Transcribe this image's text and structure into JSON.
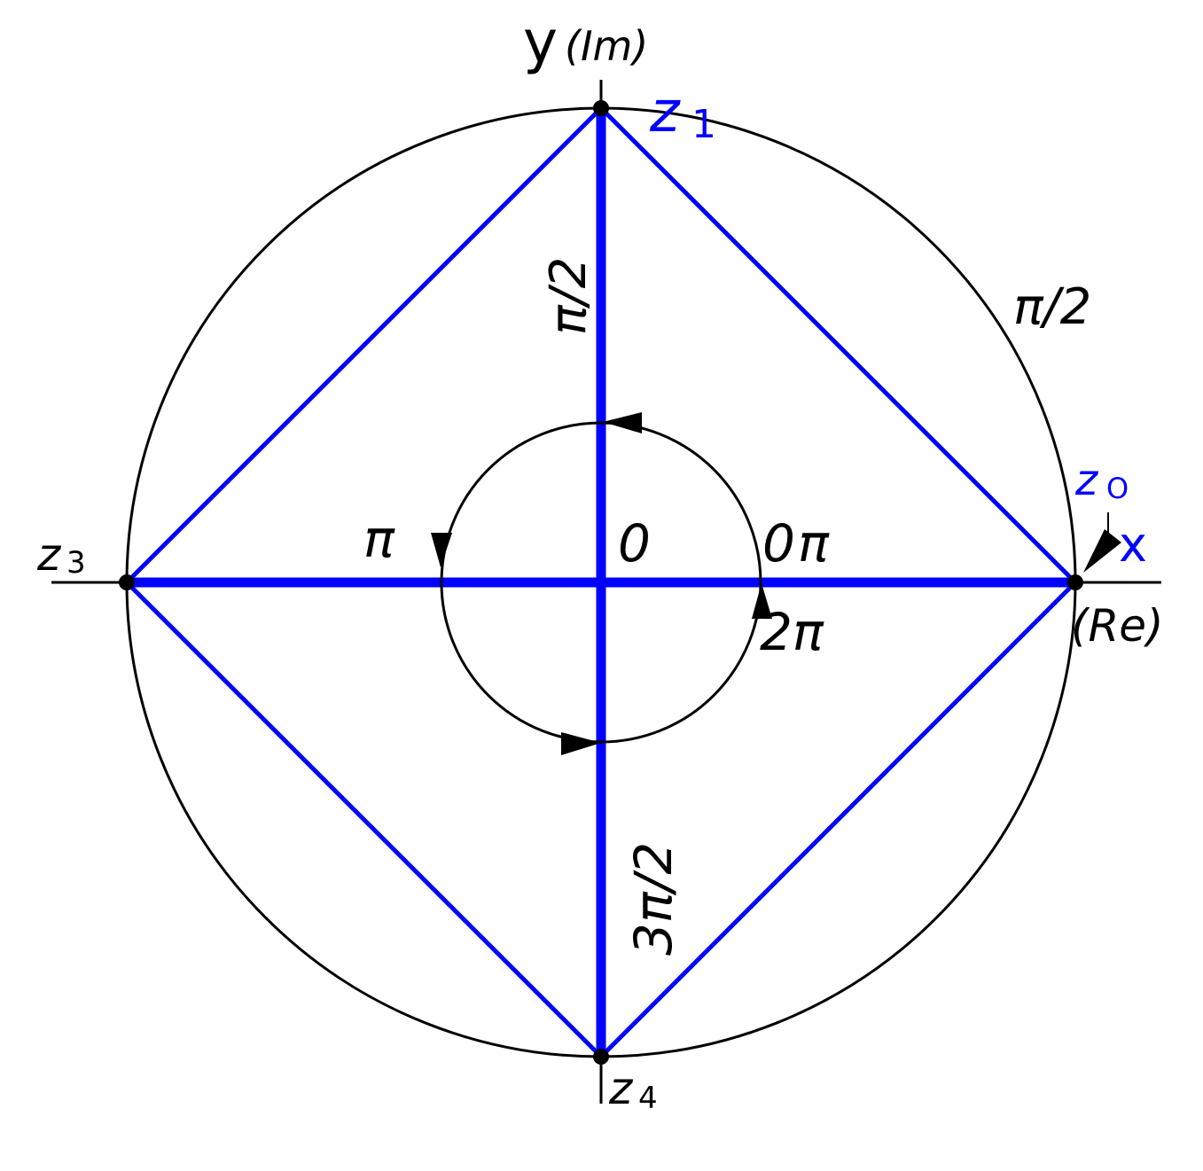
{
  "axes": {
    "y_label": "y",
    "y_sub": "(Im)",
    "x_label": "x",
    "x_sub": "(Re)"
  },
  "points": {
    "z0": "z",
    "z0_sub": "O",
    "z1": "z",
    "z1_sub": "1",
    "z3": "z",
    "z3_sub": "3",
    "z4": "z",
    "z4_sub": "4"
  },
  "angles": {
    "half_pi_vertical": "π/2",
    "half_pi_arc": "π/2",
    "pi": "π",
    "origin": "0",
    "zero": "0",
    "pi_right": "π",
    "two_pi": "2π",
    "three_half_pi": "3π/2"
  },
  "colors": {
    "blue": "#0000ff",
    "black": "#000000"
  }
}
